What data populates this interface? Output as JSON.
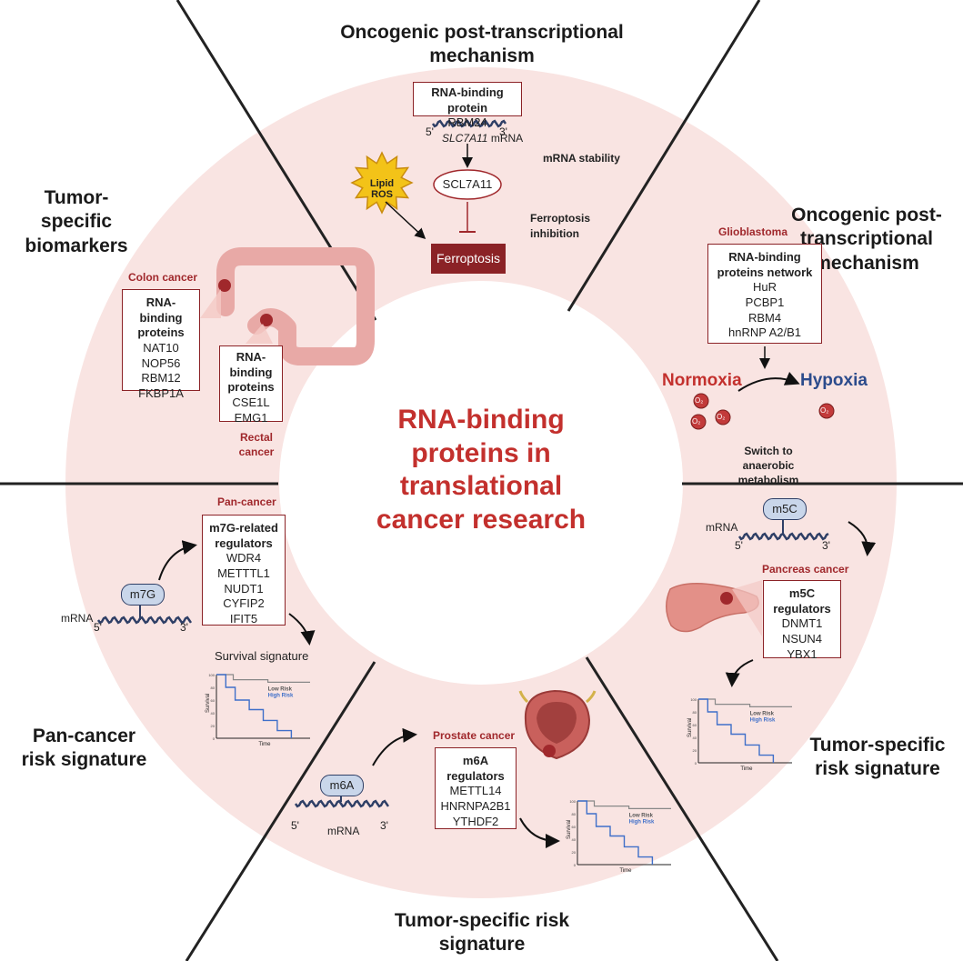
{
  "center_title": "RNA-binding proteins in translational cancer research",
  "sections": {
    "top": {
      "title": "Oncogenic post-transcriptional mechanism",
      "rbp_box_title": "RNA-binding protein",
      "rbp_box_value": "RBM24",
      "five_prime": "5'",
      "three_prime": "3'",
      "mrna_gene": "SLC7A11",
      "mrna_suffix": " mRNA",
      "stability_label": "mRNA stability",
      "target_node": "SCL7A11",
      "lipid_ros": "Lipid ROS",
      "ferroptosis": "Ferroptosis",
      "inhibition_label": "Ferroptosis inhibition"
    },
    "upper_right": {
      "title": "Oncogenic post-transcriptional mechanism",
      "cancer_label": "Glioblastoma",
      "box_title": "RNA-binding proteins network",
      "box_items": [
        "HuR",
        "PCBP1",
        "RBM4",
        "hnRNP A2/B1"
      ],
      "normoxia": "Normoxia",
      "hypoxia": "Hypoxia",
      "o2": "O₂",
      "switch_label": "Switch to anaerobic metabolism"
    },
    "upper_left": {
      "title": "Tumor-specific biomarkers",
      "colon_label": "Colon cancer",
      "colon_box_title": "RNA-binding proteins",
      "colon_items": [
        "NAT10",
        "NOP56",
        "RBM12",
        "FKBP1A"
      ],
      "rectal_box_title": "RNA-binding proteins",
      "rectal_items": [
        "CSE1L",
        "EMG1"
      ],
      "rectal_label": "Rectal cancer"
    },
    "lower_left": {
      "title": "Pan-cancer risk signature",
      "cancer_label": "Pan-cancer",
      "box_title": "m7G-related regulators",
      "box_items": [
        "WDR4",
        "METTTL1",
        "NUDT1",
        "CYFIP2",
        "IFIT5"
      ],
      "pill": "m7G",
      "mrna": "mRNA",
      "five_prime": "5'",
      "three_prime": "3'",
      "survival_label": "Survival signature"
    },
    "lower_right": {
      "title": "Tumor-specific risk signature",
      "pill": "m5C",
      "mrna": "mRNA",
      "five_prime": "5'",
      "three_prime": "3'",
      "cancer_label": "Pancreas cancer",
      "box_title": "m5C regulators",
      "box_items": [
        "DNMT1",
        "NSUN4",
        "YBX1"
      ]
    },
    "bottom": {
      "title": "Tumor-specific risk signature",
      "pill": "m6A",
      "mrna": "mRNA",
      "five_prime": "5'",
      "three_prime": "3'",
      "cancer_label": "Prostate cancer",
      "box_title": "m6A regulators",
      "box_items": [
        "METTL14",
        "HNRNPA2B1",
        "YTHDF2"
      ]
    }
  },
  "km_plot": {
    "low_risk": "Low Risk",
    "high_risk": "High Risk",
    "ylabel": "Survival",
    "xlabel": "Time",
    "ticks": [
      "100",
      "80",
      "60",
      "40",
      "20",
      "0"
    ]
  },
  "colors": {
    "ring": "#f9e4e2",
    "dark_red": "#8b2226",
    "accent_red": "#c3302d",
    "hypoxia_blue": "#2c4b8c",
    "low_risk": "#888888",
    "high_risk": "#3f6fc9"
  }
}
